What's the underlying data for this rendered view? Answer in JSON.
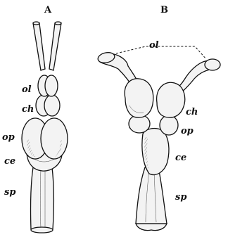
{
  "figure": {
    "panel_a": {
      "letter": "A",
      "labels": {
        "ol": "ol",
        "ch": "ch",
        "op": "op",
        "ce": "ce",
        "sp": "sp"
      }
    },
    "panel_b": {
      "letter": "B",
      "labels": {
        "ol": "ol",
        "ch": "ch",
        "op": "op",
        "ce": "ce",
        "sp": "sp"
      }
    }
  }
}
